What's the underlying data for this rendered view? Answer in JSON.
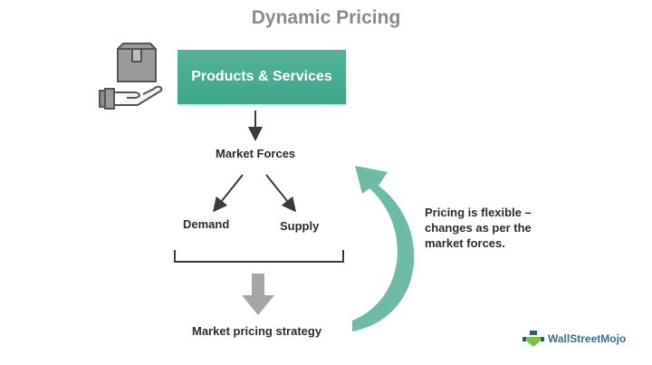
{
  "title": "Dynamic Pricing",
  "nodes": {
    "products": "Products & Services",
    "market_forces": "Market Forces",
    "demand": "Demand",
    "supply": "Supply",
    "strategy": "Market pricing strategy"
  },
  "note": "Pricing is flexible – changes as per the market forces.",
  "icons": {
    "product": "box-in-hand-icon",
    "logo": "wallstreetmojo-logo-icon"
  },
  "brand": {
    "name": "WallStreetMojo"
  },
  "colors": {
    "accent": "#46ab90",
    "cycle_arrow": "#6dbba6",
    "down_arrow": "#a6a6a6",
    "line": "#3a3a3a"
  }
}
